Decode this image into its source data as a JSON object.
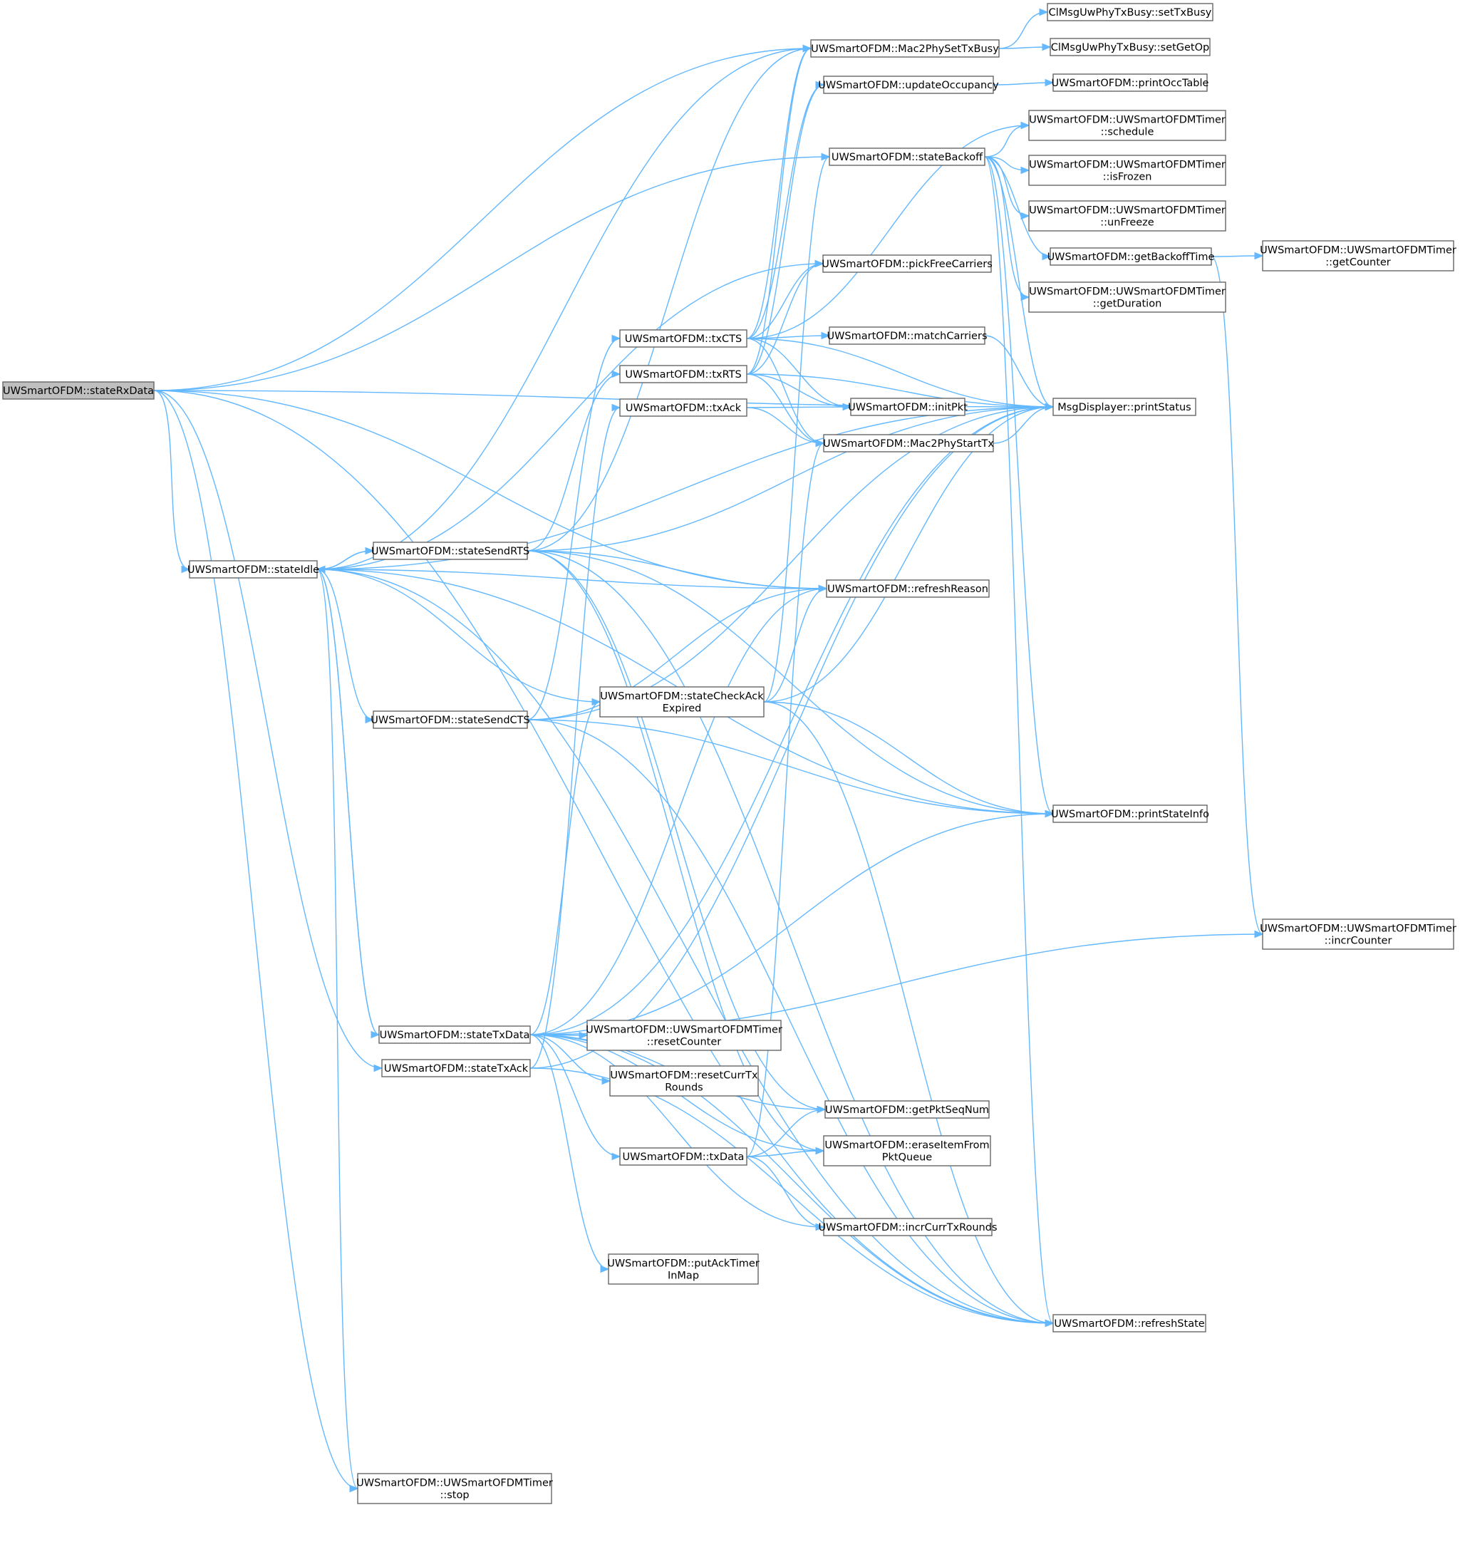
{
  "colors": {
    "edge": "#63b8ff",
    "node_border": "#666666",
    "root_fill": "#bfbfbf",
    "node_fill": "#ffffff"
  },
  "nodes": [
    {
      "id": "stateRxData",
      "lines": [
        "UWSmartOFDM::stateRxData"
      ],
      "root": true
    },
    {
      "id": "stateIdle",
      "lines": [
        "UWSmartOFDM::stateIdle"
      ]
    },
    {
      "id": "stateSendRTS",
      "lines": [
        "UWSmartOFDM::stateSendRTS"
      ]
    },
    {
      "id": "stateSendCTS",
      "lines": [
        "UWSmartOFDM::stateSendCTS"
      ]
    },
    {
      "id": "stateTxData",
      "lines": [
        "UWSmartOFDM::stateTxData"
      ]
    },
    {
      "id": "stateTxAck",
      "lines": [
        "UWSmartOFDM::stateTxAck"
      ]
    },
    {
      "id": "timerStop",
      "lines": [
        "UWSmartOFDM::UWSmartOFDMTimer",
        "::stop"
      ]
    },
    {
      "id": "txCTS",
      "lines": [
        "UWSmartOFDM::txCTS"
      ]
    },
    {
      "id": "txRTS",
      "lines": [
        "UWSmartOFDM::txRTS"
      ]
    },
    {
      "id": "txAck",
      "lines": [
        "UWSmartOFDM::txAck"
      ]
    },
    {
      "id": "stateCheckAck",
      "lines": [
        "UWSmartOFDM::stateCheckAck",
        "Expired"
      ]
    },
    {
      "id": "timerReset",
      "lines": [
        "UWSmartOFDM::UWSmartOFDMTimer",
        "::resetCounter"
      ]
    },
    {
      "id": "resetCurrTx",
      "lines": [
        "UWSmartOFDM::resetCurrTx",
        "Rounds"
      ]
    },
    {
      "id": "txData",
      "lines": [
        "UWSmartOFDM::txData"
      ]
    },
    {
      "id": "putAckTimer",
      "lines": [
        "UWSmartOFDM::putAckTimer",
        "InMap"
      ]
    },
    {
      "id": "mac2PhySetTxBusy",
      "lines": [
        "UWSmartOFDM::Mac2PhySetTxBusy"
      ]
    },
    {
      "id": "updateOccupancy",
      "lines": [
        "UWSmartOFDM::updateOccupancy"
      ]
    },
    {
      "id": "stateBackoff",
      "lines": [
        "UWSmartOFDM::stateBackoff"
      ]
    },
    {
      "id": "pickFreeCarriers",
      "lines": [
        "UWSmartOFDM::pickFreeCarriers"
      ]
    },
    {
      "id": "matchCarriers",
      "lines": [
        "UWSmartOFDM::matchCarriers"
      ]
    },
    {
      "id": "initPkt",
      "lines": [
        "UWSmartOFDM::initPkt"
      ]
    },
    {
      "id": "mac2PhyStartTx",
      "lines": [
        "UWSmartOFDM::Mac2PhyStartTx"
      ]
    },
    {
      "id": "refreshReason",
      "lines": [
        "UWSmartOFDM::refreshReason"
      ]
    },
    {
      "id": "getPktSeqNum",
      "lines": [
        "UWSmartOFDM::getPktSeqNum"
      ]
    },
    {
      "id": "eraseItem",
      "lines": [
        "UWSmartOFDM::eraseItemFrom",
        "PktQueue"
      ]
    },
    {
      "id": "incrCurrTx",
      "lines": [
        "UWSmartOFDM::incrCurrTxRounds"
      ]
    },
    {
      "id": "setTxBusy",
      "lines": [
        "ClMsgUwPhyTxBusy::setTxBusy"
      ]
    },
    {
      "id": "setGetOp",
      "lines": [
        "ClMsgUwPhyTxBusy::setGetOp"
      ]
    },
    {
      "id": "printOccTable",
      "lines": [
        "UWSmartOFDM::printOccTable"
      ]
    },
    {
      "id": "timerSchedule",
      "lines": [
        "UWSmartOFDM::UWSmartOFDMTimer",
        "::schedule"
      ]
    },
    {
      "id": "timerIsFrozen",
      "lines": [
        "UWSmartOFDM::UWSmartOFDMTimer",
        "::isFrozen"
      ]
    },
    {
      "id": "timerUnFreeze",
      "lines": [
        "UWSmartOFDM::UWSmartOFDMTimer",
        "::unFreeze"
      ]
    },
    {
      "id": "getBackoffTime",
      "lines": [
        "UWSmartOFDM::getBackoffTime"
      ]
    },
    {
      "id": "timerGetDuration",
      "lines": [
        "UWSmartOFDM::UWSmartOFDMTimer",
        "::getDuration"
      ]
    },
    {
      "id": "printStatus",
      "lines": [
        "MsgDisplayer::printStatus"
      ]
    },
    {
      "id": "printStateInfo",
      "lines": [
        "UWSmartOFDM::printStateInfo"
      ]
    },
    {
      "id": "refreshState",
      "lines": [
        "UWSmartOFDM::refreshState"
      ]
    },
    {
      "id": "timerGetCounter",
      "lines": [
        "UWSmartOFDM::UWSmartOFDMTimer",
        "::getCounter"
      ]
    },
    {
      "id": "timerIncrCounter",
      "lines": [
        "UWSmartOFDM::UWSmartOFDMTimer",
        "::incrCounter"
      ]
    }
  ],
  "edges": [
    [
      "stateRxData",
      "mac2PhySetTxBusy"
    ],
    [
      "stateRxData",
      "stateBackoff"
    ],
    [
      "stateRxData",
      "printStatus"
    ],
    [
      "stateRxData",
      "stateIdle"
    ],
    [
      "stateRxData",
      "refreshReason"
    ],
    [
      "stateRxData",
      "stateTxAck"
    ],
    [
      "stateRxData",
      "timerStop"
    ],
    [
      "stateRxData",
      "refreshState"
    ],
    [
      "stateIdle",
      "mac2PhySetTxBusy"
    ],
    [
      "stateIdle",
      "pickFreeCarriers"
    ],
    [
      "stateIdle",
      "printStatus"
    ],
    [
      "stateIdle",
      "stateSendRTS"
    ],
    [
      "stateIdle",
      "refreshReason"
    ],
    [
      "stateIdle",
      "stateSendCTS"
    ],
    [
      "stateIdle",
      "printStateInfo"
    ],
    [
      "stateIdle",
      "stateTxData"
    ],
    [
      "stateIdle",
      "timerStop"
    ],
    [
      "stateIdle",
      "refreshState"
    ],
    [
      "stateSendRTS",
      "stateIdle"
    ],
    [
      "stateSendRTS",
      "mac2PhySetTxBusy"
    ],
    [
      "stateSendRTS",
      "printStatus"
    ],
    [
      "stateSendRTS",
      "printStateInfo"
    ],
    [
      "stateSendRTS",
      "refreshReason"
    ],
    [
      "stateSendRTS",
      "txRTS"
    ],
    [
      "stateSendRTS",
      "getPktSeqNum"
    ],
    [
      "stateSendRTS",
      "eraseItem"
    ],
    [
      "stateSendRTS",
      "refreshState"
    ],
    [
      "stateSendCTS",
      "txCTS"
    ],
    [
      "stateSendCTS",
      "refreshReason"
    ],
    [
      "stateSendCTS",
      "printStatus"
    ],
    [
      "stateSendCTS",
      "printStateInfo"
    ],
    [
      "stateSendCTS",
      "refreshState"
    ],
    [
      "stateTxData",
      "stateIdle"
    ],
    [
      "stateTxData",
      "stateCheckAck"
    ],
    [
      "stateTxData",
      "timerReset"
    ],
    [
      "stateTxData",
      "resetCurrTx"
    ],
    [
      "stateTxData",
      "getPktSeqNum"
    ],
    [
      "stateTxData",
      "txData"
    ],
    [
      "stateTxData",
      "putAckTimer"
    ],
    [
      "stateTxData",
      "refreshState"
    ],
    [
      "stateTxData",
      "printStatus"
    ],
    [
      "stateTxData",
      "printStateInfo"
    ],
    [
      "stateTxData",
      "refreshReason"
    ],
    [
      "stateTxData",
      "eraseItem"
    ],
    [
      "stateTxData",
      "incrCurrTx"
    ],
    [
      "stateTxData",
      "timerIncrCounter"
    ],
    [
      "stateTxAck",
      "txAck"
    ],
    [
      "stateTxAck",
      "printStatus"
    ],
    [
      "stateTxAck",
      "refreshState"
    ],
    [
      "txCTS",
      "mac2PhySetTxBusy"
    ],
    [
      "txCTS",
      "updateOccupancy"
    ],
    [
      "txCTS",
      "pickFreeCarriers"
    ],
    [
      "txCTS",
      "matchCarriers"
    ],
    [
      "txCTS",
      "initPkt"
    ],
    [
      "txCTS",
      "mac2PhyStartTx"
    ],
    [
      "txCTS",
      "printStatus"
    ],
    [
      "txCTS",
      "timerSchedule"
    ],
    [
      "txRTS",
      "mac2PhySetTxBusy"
    ],
    [
      "txRTS",
      "updateOccupancy"
    ],
    [
      "txRTS",
      "pickFreeCarriers"
    ],
    [
      "txRTS",
      "initPkt"
    ],
    [
      "txRTS",
      "mac2PhyStartTx"
    ],
    [
      "txRTS",
      "printStatus"
    ],
    [
      "txAck",
      "initPkt"
    ],
    [
      "txAck",
      "mac2PhyStartTx"
    ],
    [
      "stateCheckAck",
      "stateIdle"
    ],
    [
      "stateCheckAck",
      "stateBackoff"
    ],
    [
      "stateCheckAck",
      "printStatus"
    ],
    [
      "stateCheckAck",
      "printStateInfo"
    ],
    [
      "stateCheckAck",
      "refreshReason"
    ],
    [
      "stateCheckAck",
      "refreshState"
    ],
    [
      "txData",
      "mac2PhyStartTx"
    ],
    [
      "txData",
      "getPktSeqNum"
    ],
    [
      "txData",
      "eraseItem"
    ],
    [
      "txData",
      "incrCurrTx"
    ],
    [
      "mac2PhySetTxBusy",
      "setTxBusy"
    ],
    [
      "mac2PhySetTxBusy",
      "setGetOp"
    ],
    [
      "updateOccupancy",
      "printOccTable"
    ],
    [
      "stateBackoff",
      "timerSchedule"
    ],
    [
      "stateBackoff",
      "timerIsFrozen"
    ],
    [
      "stateBackoff",
      "timerUnFreeze"
    ],
    [
      "stateBackoff",
      "getBackoffTime"
    ],
    [
      "stateBackoff",
      "timerGetDuration"
    ],
    [
      "stateBackoff",
      "printStatus"
    ],
    [
      "stateBackoff",
      "printStateInfo"
    ],
    [
      "stateBackoff",
      "refreshState"
    ],
    [
      "matchCarriers",
      "printStatus"
    ],
    [
      "mac2PhyStartTx",
      "printStatus"
    ],
    [
      "getBackoffTime",
      "timerGetCounter"
    ],
    [
      "getBackoffTime",
      "timerIncrCounter"
    ]
  ]
}
